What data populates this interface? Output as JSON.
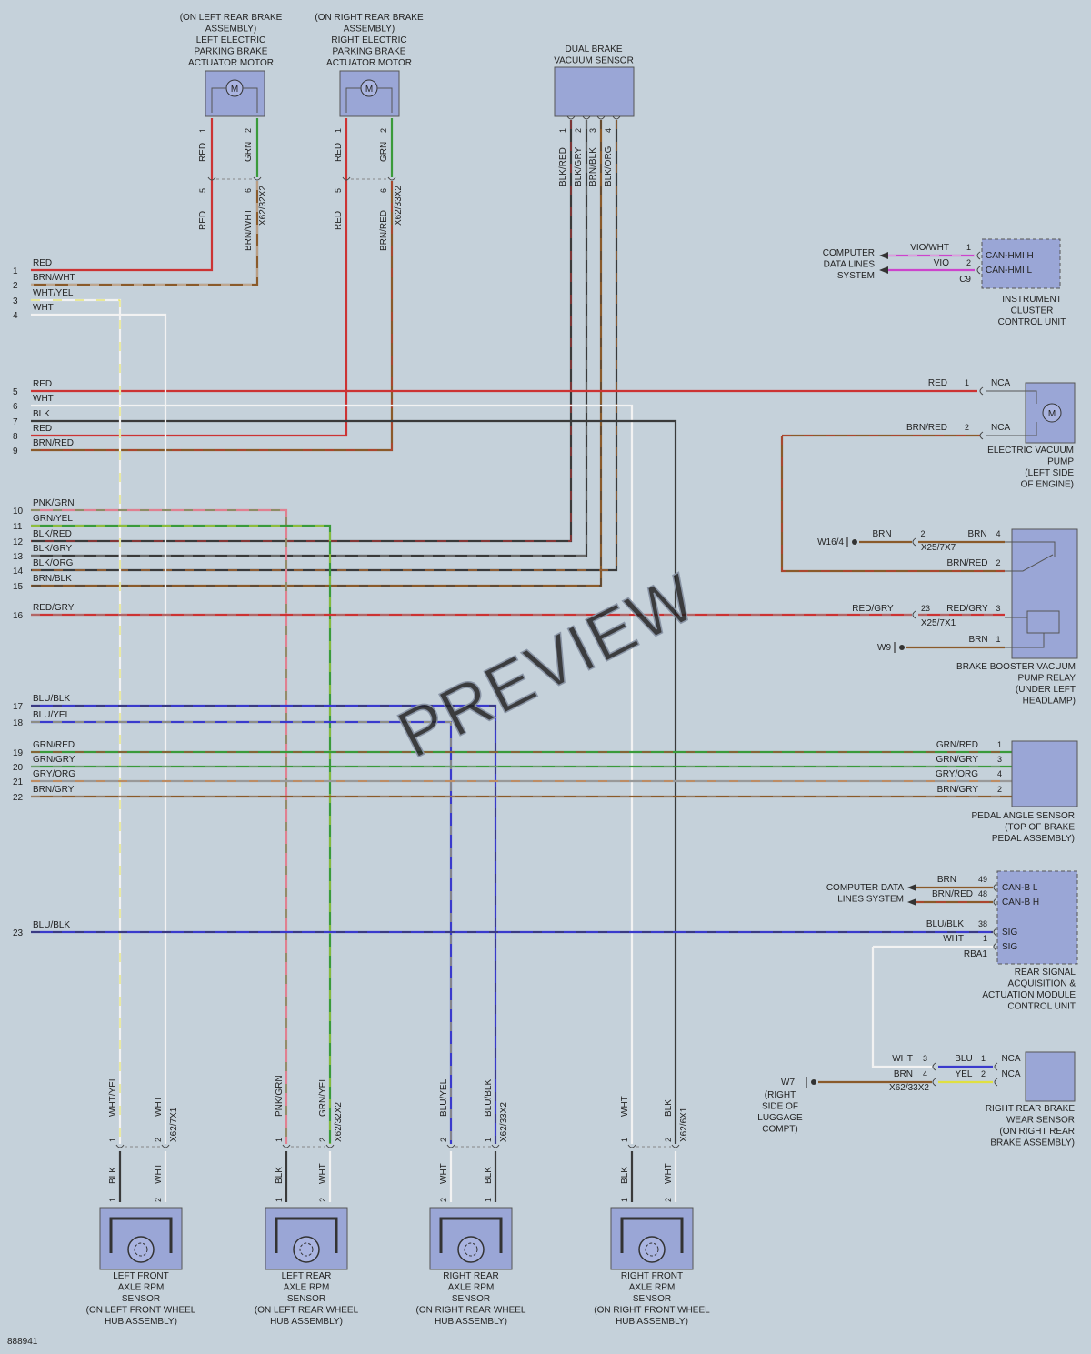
{
  "diagram_id": "888941",
  "watermark": "PREVIEW",
  "colors": {
    "background": "#c5d1da",
    "component_fill": "#9aa6d6",
    "RED": "#cc3333",
    "GRN": "#3a9a3a",
    "WHT": "#f2f2f2",
    "BLK": "#3a3a3a",
    "BRN": "#8a5a2a",
    "YEL": "#e0e040",
    "BLU": "#3a3acc",
    "VIO": "#cc44cc",
    "GRY": "#999999",
    "ORG": "#e08030",
    "PNK": "#e08090"
  },
  "wire_rows": [
    {
      "n": "1",
      "label": "RED"
    },
    {
      "n": "2",
      "label": "BRN/WHT"
    },
    {
      "n": "3",
      "label": "WHT/YEL"
    },
    {
      "n": "4",
      "label": "WHT"
    },
    {
      "n": "5",
      "label": "RED"
    },
    {
      "n": "6",
      "label": "WHT"
    },
    {
      "n": "7",
      "label": "BLK"
    },
    {
      "n": "8",
      "label": "RED"
    },
    {
      "n": "9",
      "label": "BRN/RED"
    },
    {
      "n": "10",
      "label": "PNK/GRN"
    },
    {
      "n": "11",
      "label": "GRN/YEL"
    },
    {
      "n": "12",
      "label": "BLK/RED"
    },
    {
      "n": "13",
      "label": "BLK/GRY"
    },
    {
      "n": "14",
      "label": "BLK/ORG"
    },
    {
      "n": "15",
      "label": "BRN/BLK"
    },
    {
      "n": "16",
      "label": "RED/GRY"
    },
    {
      "n": "17",
      "label": "BLU/BLK"
    },
    {
      "n": "18",
      "label": "BLU/YEL"
    },
    {
      "n": "19",
      "label": "GRN/RED"
    },
    {
      "n": "20",
      "label": "GRN/GRY"
    },
    {
      "n": "21",
      "label": "GRY/ORG"
    },
    {
      "n": "22",
      "label": "BRN/GRY"
    },
    {
      "n": "23",
      "label": "BLU/BLK"
    }
  ],
  "components": {
    "left_epb": {
      "lines": [
        "(ON LEFT REAR BRAKE",
        "ASSEMBLY)",
        "LEFT ELECTRIC",
        "PARKING BRAKE",
        "ACTUATOR MOTOR"
      ],
      "symbol": "M",
      "wire1": "RED",
      "wire2": "GRN",
      "pin1": "1",
      "pin2": "2",
      "wire1b": "RED",
      "wire2b": "BRN/WHT",
      "pin1b": "5",
      "pin2b": "6",
      "connector": "X62/32X2"
    },
    "right_epb": {
      "lines": [
        "(ON RIGHT REAR BRAKE",
        "ASSEMBLY)",
        "RIGHT ELECTRIC",
        "PARKING BRAKE",
        "ACTUATOR MOTOR"
      ],
      "symbol": "M",
      "wire1": "RED",
      "wire2": "GRN",
      "pin1": "1",
      "pin2": "2",
      "wire1b": "RED",
      "wire2b": "BRN/RED",
      "pin1b": "5",
      "pin2b": "6",
      "connector": "X62/33X2"
    },
    "vacuum_sensor": {
      "lines": [
        "DUAL BRAKE",
        "VACUUM SENSOR"
      ],
      "wires": [
        "BLK/RED",
        "BLK/GRY",
        "BRN/BLK",
        "BLK/ORG"
      ],
      "pins": [
        "1",
        "2",
        "3",
        "4"
      ]
    },
    "cluster": {
      "lines": [
        "INSTRUMENT",
        "CLUSTER",
        "CONTROL UNIT"
      ],
      "left_lines": [
        "COMPUTER",
        "DATA LINES",
        "SYSTEM"
      ],
      "w1": "VIO/WHT",
      "w2": "VIO",
      "p1": "1",
      "p2": "2",
      "conn": "C9",
      "sig1": "CAN-HMI H",
      "sig2": "CAN-HMI L"
    },
    "vacuum_pump": {
      "lines": [
        "ELECTRIC VACUUM",
        "PUMP",
        "(LEFT SIDE",
        "OF ENGINE)"
      ],
      "symbol": "M",
      "w1": "RED",
      "w2": "BRN/RED",
      "p1": "1",
      "p2": "2",
      "nca": "NCA"
    },
    "relay": {
      "lines": [
        "BRAKE BOOSTER VACUUM",
        "PUMP RELAY",
        "(UNDER LEFT",
        "HEADLAMP)"
      ],
      "ground1": "W16/4",
      "ground2": "W9",
      "a_wire": "BRN",
      "a_pin": "2",
      "a_conn": "X25/7X7",
      "b_wire": "BRN",
      "b_pin": "4",
      "c_wire": "BRN/RED",
      "c_pin": "2",
      "d_wire": "RED/GRY",
      "d_pin": "23",
      "d_conn": "X25/7X1",
      "e_wire": "RED/GRY",
      "e_pin": "3",
      "f_wire": "BRN",
      "f_pin": "1"
    },
    "pedal_sensor": {
      "lines": [
        "PEDAL ANGLE SENSOR",
        "(TOP OF BRAKE",
        "PEDAL ASSEMBLY)"
      ],
      "wires": [
        "GRN/RED",
        "GRN/GRY",
        "GRY/ORG",
        "BRN/GRY"
      ],
      "pins": [
        "1",
        "3",
        "4",
        "2"
      ]
    },
    "rear_module": {
      "lines": [
        "REAR SIGNAL",
        "ACQUISITION &",
        "ACTUATION MODULE",
        "CONTROL UNIT"
      ],
      "left_lines": [
        "COMPUTER DATA",
        "LINES SYSTEM"
      ],
      "w1": "BRN",
      "p1": "49",
      "w2": "BRN/RED",
      "p2": "48",
      "w3": "BLU/BLK",
      "p3": "38",
      "w4": "WHT",
      "p4": "1",
      "conn": "RBA1",
      "sig1": "CAN-B L",
      "sig2": "CAN-B H",
      "sig3": "SIG",
      "sig4": "SIG"
    },
    "wear_sensor": {
      "lines": [
        "RIGHT REAR BRAKE",
        "WEAR SENSOR",
        "(ON RIGHT REAR",
        "BRAKE ASSEMBLY)"
      ],
      "ground": "W7",
      "ground_lines": [
        "(RIGHT",
        "SIDE OF",
        "LUGGAGE",
        "COMPT)"
      ],
      "a_wire": "WHT",
      "a_pin": "3",
      "b_wire": "BRN",
      "b_pin": "4",
      "conn": "X62/33X2",
      "c_wire": "BLU",
      "c_pin": "1",
      "d_wire": "YEL",
      "d_pin": "2",
      "nca": "NCA"
    },
    "rpm_sensors": [
      {
        "lines": [
          "LEFT FRONT",
          "AXLE RPM",
          "SENSOR",
          "(ON LEFT FRONT WHEEL",
          "HUB ASSEMBLY)"
        ],
        "top1": "WHT/YEL",
        "top2": "WHT",
        "bot1": "BLK",
        "bot2": "WHT",
        "conn": "X62/7X1",
        "p1": "1",
        "p2": "2"
      },
      {
        "lines": [
          "LEFT REAR",
          "AXLE RPM",
          "SENSOR",
          "(ON LEFT REAR WHEEL",
          "HUB ASSEMBLY)"
        ],
        "top1": "PNK/GRN",
        "top2": "GRN/YEL",
        "bot1": "BLK",
        "bot2": "WHT",
        "conn": "X62/32X2",
        "p1": "1",
        "p2": "2"
      },
      {
        "lines": [
          "RIGHT REAR",
          "AXLE RPM",
          "SENSOR",
          "(ON RIGHT REAR WHEEL",
          "HUB ASSEMBLY)"
        ],
        "top1": "BLU/YEL",
        "top2": "BLU/BLK",
        "bot1": "WHT",
        "bot2": "BLK",
        "conn": "X62/33X2",
        "p1": "2",
        "p2": "1"
      },
      {
        "lines": [
          "RIGHT FRONT",
          "AXLE RPM",
          "SENSOR",
          "(ON RIGHT FRONT WHEEL",
          "HUB ASSEMBLY)"
        ],
        "top1": "WHT",
        "top2": "BLK",
        "bot1": "BLK",
        "bot2": "WHT",
        "conn": "X62/6X1",
        "p1": "1",
        "p2": "2"
      }
    ]
  }
}
